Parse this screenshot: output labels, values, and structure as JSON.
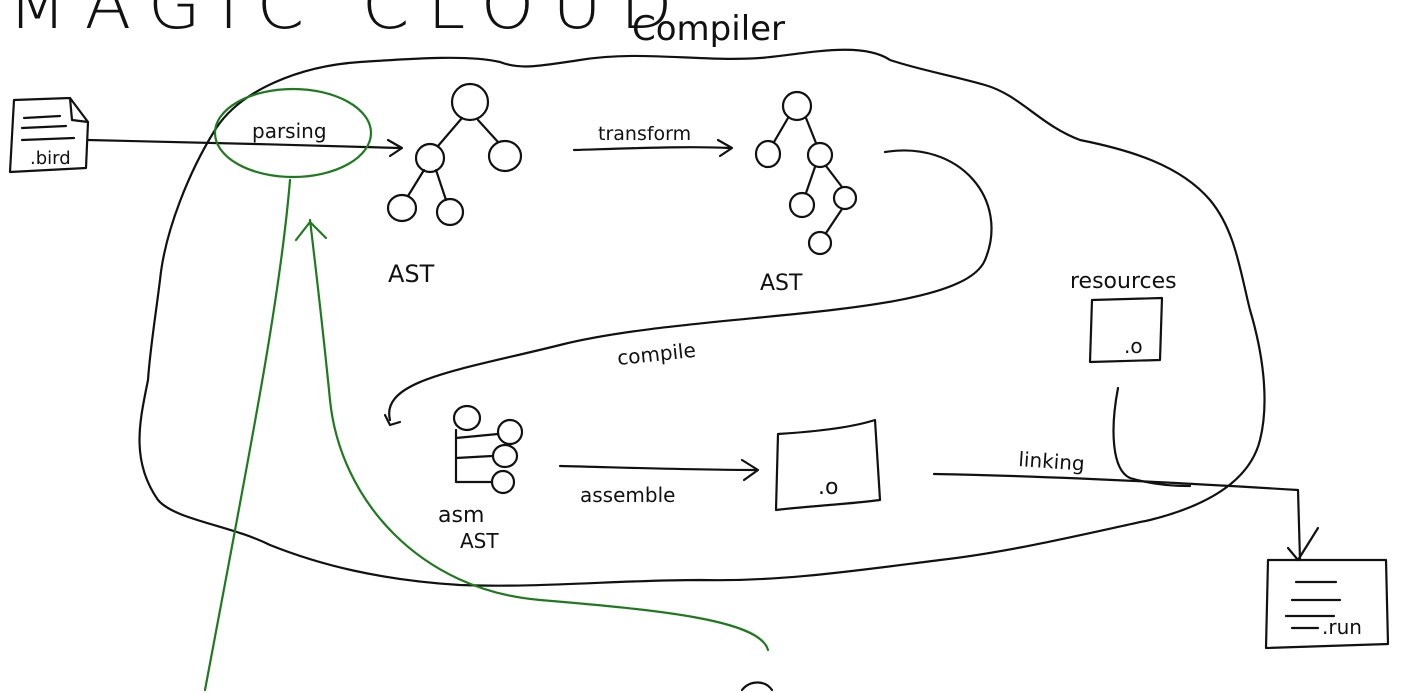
{
  "title": "MAGIC CLOUD",
  "compiler_label": "Compiler",
  "colors": {
    "ink": "#111111",
    "annotation": "#1f7a1f",
    "background": "#ffffff"
  },
  "input_file": {
    "icon": "document-icon",
    "label": ".bird"
  },
  "output_file": {
    "icon": "document-icon",
    "label": ".run"
  },
  "stages": {
    "parsing": "parsing",
    "transform": "transform",
    "compile": "compile",
    "assemble": "assemble",
    "linking": "linking"
  },
  "nodes": {
    "ast1": "AST",
    "ast2": "AST",
    "asm_ast_line1": "asm",
    "asm_ast_line2": "AST",
    "object_file": ".o",
    "resources_label": "resources",
    "resources_file": ".o"
  }
}
